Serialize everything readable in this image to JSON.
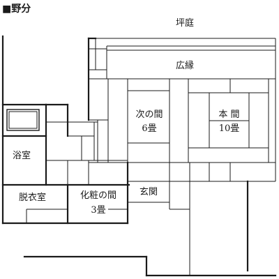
{
  "diagram": {
    "title": "■野分",
    "rooms": {
      "garden": "坪庭",
      "veranda": "広縁",
      "tsugi_name": "次の間",
      "tsugi_size": "6畳",
      "hon_name": "本 間",
      "hon_size": "10畳",
      "bath": "浴室",
      "dressing": "脱衣室",
      "powder_name": "化粧の間",
      "powder_size": "3畳",
      "entrance": "玄関"
    }
  }
}
